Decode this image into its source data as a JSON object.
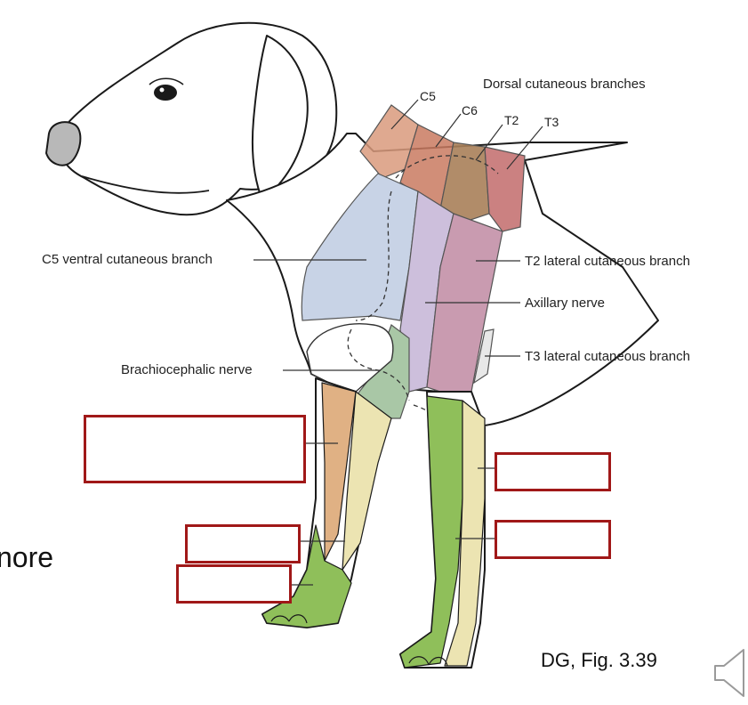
{
  "labels": {
    "dorsal_cutaneous_branches": "Dorsal cutaneous branches",
    "c5": "C5",
    "c6": "C6",
    "t2": "T2",
    "t3": "T3",
    "c5_ventral": "C5 ventral cutaneous branch",
    "t2_lateral": "T2 lateral cutaneous branch",
    "axillary": "Axillary nerve",
    "t3_lateral": "T3 lateral cutaneous branch",
    "brachiocephalic": "Brachiocephalic nerve"
  },
  "slide": {
    "partial_text": "nore",
    "citation": "DG, Fig. 3.39"
  },
  "colors": {
    "answer_box_border": "#a01818",
    "c5_dorsal": "#d99a7c",
    "c6_dorsal": "#c97a60",
    "t2_dorsal": "#a98059",
    "t3_dorsal": "#c26b6b",
    "c5_ventral": "#c8d3e6",
    "axillary": "#cdbfdc",
    "t2_lateral": "#c99bb0",
    "brachiocephalic": "#a9c7a6",
    "radial": "#8fbf5a",
    "ulnar": "#ece4b2",
    "musculocutaneous": "#e0b184"
  }
}
